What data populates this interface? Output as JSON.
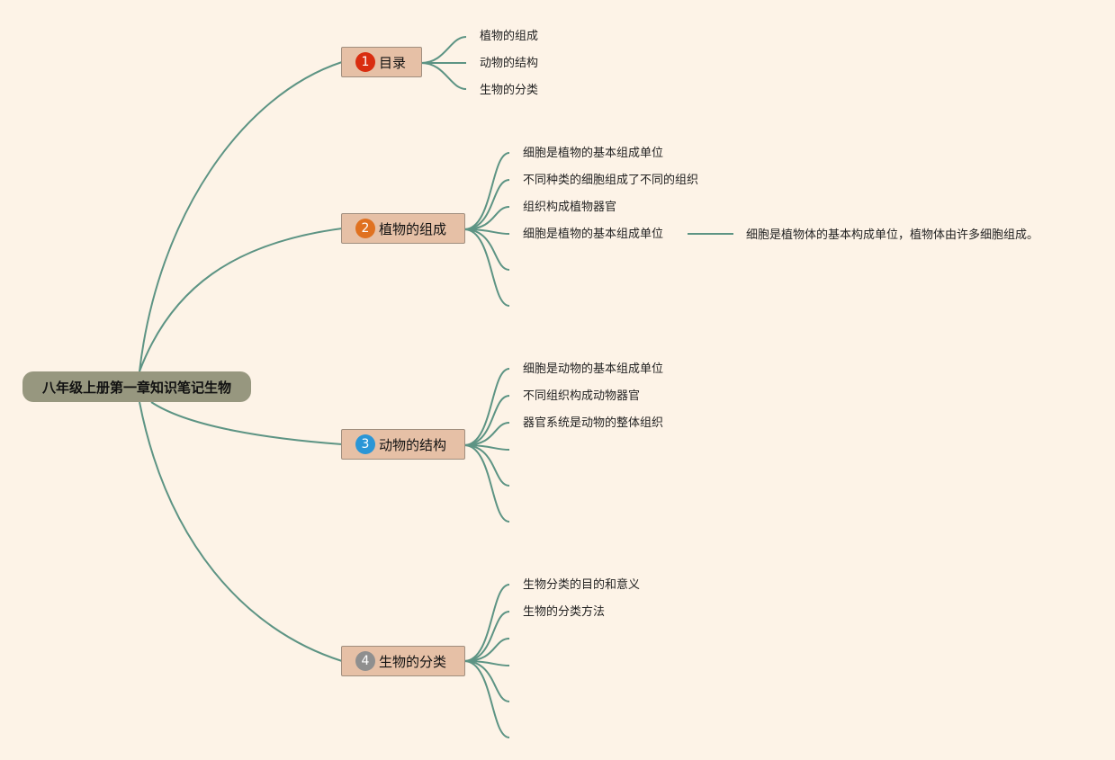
{
  "root": {
    "label": "八年级上册第一章知识笔记生物"
  },
  "colors": {
    "background": "#fdf3e7",
    "line": "#5d9484",
    "badge_red": "#d92d10",
    "badge_orange": "#e07120",
    "badge_blue": "#2b96d6",
    "badge_gray": "#8f8f8f"
  },
  "topics": [
    {
      "number": "1",
      "label": "目录",
      "children": [
        "植物的组成",
        "动物的结构",
        "生物的分类"
      ]
    },
    {
      "number": "2",
      "label": "植物的组成",
      "children": [
        "细胞是植物的基本组成单位",
        "不同种类的细胞组成了不同的组织",
        "组织构成植物器官",
        "细胞是植物的基本组成单位"
      ],
      "detail": "细胞是植物体的基本构成单位，植物体由许多细胞组成。"
    },
    {
      "number": "3",
      "label": "动物的结构",
      "children": [
        "细胞是动物的基本组成单位",
        "不同组织构成动物器官",
        "器官系统是动物的整体组织"
      ]
    },
    {
      "number": "4",
      "label": "生物的分类",
      "children": [
        "生物分类的目的和意义",
        "生物的分类方法"
      ]
    }
  ]
}
